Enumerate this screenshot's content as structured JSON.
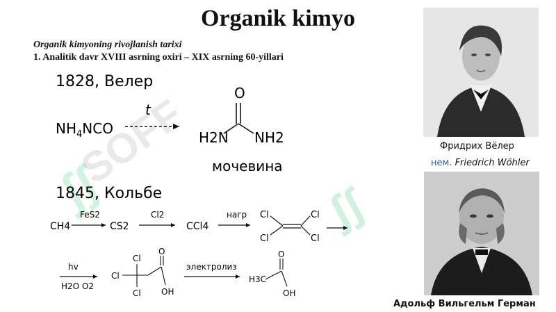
{
  "title": "Organik kimyo",
  "subtitle_italic": "Organik kimyoning rivojlanish tarixi",
  "subtitle_bold": "1. Analitik davr XVIII asrning oxiri – XIX asrning 60-yillari",
  "reaction1": {
    "year_label": "1828, Велер",
    "reactant": "NH4NCO",
    "reactant_main": "NH",
    "reactant_sub": "4",
    "reactant_rest": "NCO",
    "arrow_label": "t",
    "carbonyl_O": "O",
    "amine_left": "H2N",
    "amine_right": "NH2",
    "product_name": "мочевина"
  },
  "reaction2": {
    "year_label": "1845, Кольбе",
    "step1_reactant": "CH4",
    "step1_reagent": "FeS2",
    "step1_product": "CS2",
    "step2_reagent": "Cl2",
    "step2_product": "CCl4",
    "step3_reagent": "нагр",
    "chlorine": "Cl",
    "step4_top": "hv",
    "step4_bottom": "H2O  O2",
    "step5_label": "электролиз",
    "acid_O": "O",
    "acid_OH": "OH",
    "methyl": "H3C"
  },
  "watermark": "SOFF",
  "portraits": {
    "wohler_ru": "Фридрих Вёлер",
    "wohler_prefix": "нем.",
    "wohler_de": "Friedrich Wöhler",
    "kolbe_ru": "Адольф Вильгельм Герман"
  },
  "colors": {
    "text": "#111111",
    "link": "#2a5db0",
    "watermark_green": "#55d08c"
  }
}
